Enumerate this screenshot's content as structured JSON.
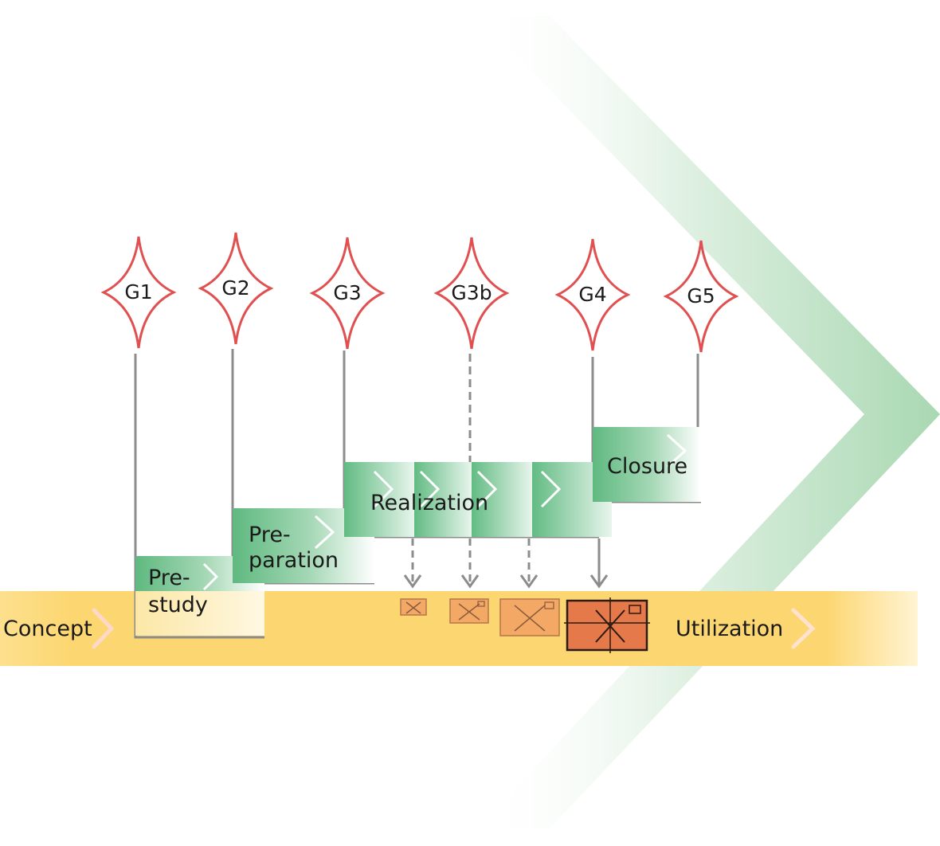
{
  "gates": [
    {
      "id": "g1",
      "label": "G1"
    },
    {
      "id": "g2",
      "label": "G2"
    },
    {
      "id": "g3",
      "label": "G3"
    },
    {
      "id": "g3b",
      "label": "G3b"
    },
    {
      "id": "g4",
      "label": "G4"
    },
    {
      "id": "g5",
      "label": "G5"
    }
  ],
  "phases": {
    "prestudy": [
      "Pre-",
      "study"
    ],
    "preparation": [
      "Pre-",
      "paration"
    ],
    "realization": "Realization",
    "closure": "Closure"
  },
  "timeline": {
    "start": "Concept",
    "end": "Utilization"
  },
  "colors": {
    "gate_outline": "#e05050",
    "connector": "#8a8a8a",
    "phase_green": "#6cc08c",
    "band_yellow": "#fcd874",
    "chevron_green": "#c4e3c8",
    "package_small": "#f3a866",
    "package_large": "#e5794a"
  }
}
